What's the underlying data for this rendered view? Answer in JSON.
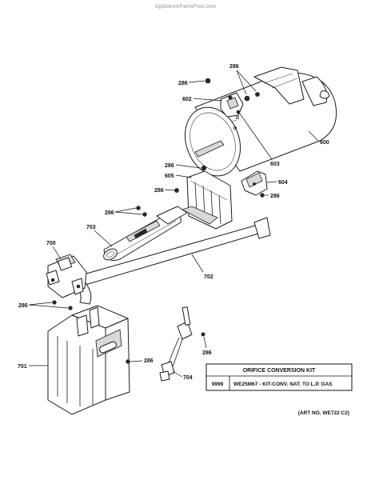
{
  "watermark": "AppliancePartsPros.com",
  "callouts": {
    "c286_top_right": "286",
    "c286_top_left": "286",
    "c602": "602",
    "c600": "600",
    "c603": "603",
    "c286_mid_left": "286",
    "c605": "605",
    "c286_mid2": "286",
    "c604": "604",
    "c286_right_604": "286",
    "c286_703": "286",
    "c703": "703",
    "c700": "700",
    "c702": "702",
    "c286_valve": "286",
    "c701": "701",
    "c286_701": "286",
    "c286_704": "286",
    "c704": "704"
  },
  "kit_table": {
    "title": "ORIFICE CONVERSION KIT",
    "qty": "9999",
    "description": "WE25M67 - KIT-CONV. NAT. TO L.P. GAS"
  },
  "art_number": "(ART NO. WE722 C2)"
}
